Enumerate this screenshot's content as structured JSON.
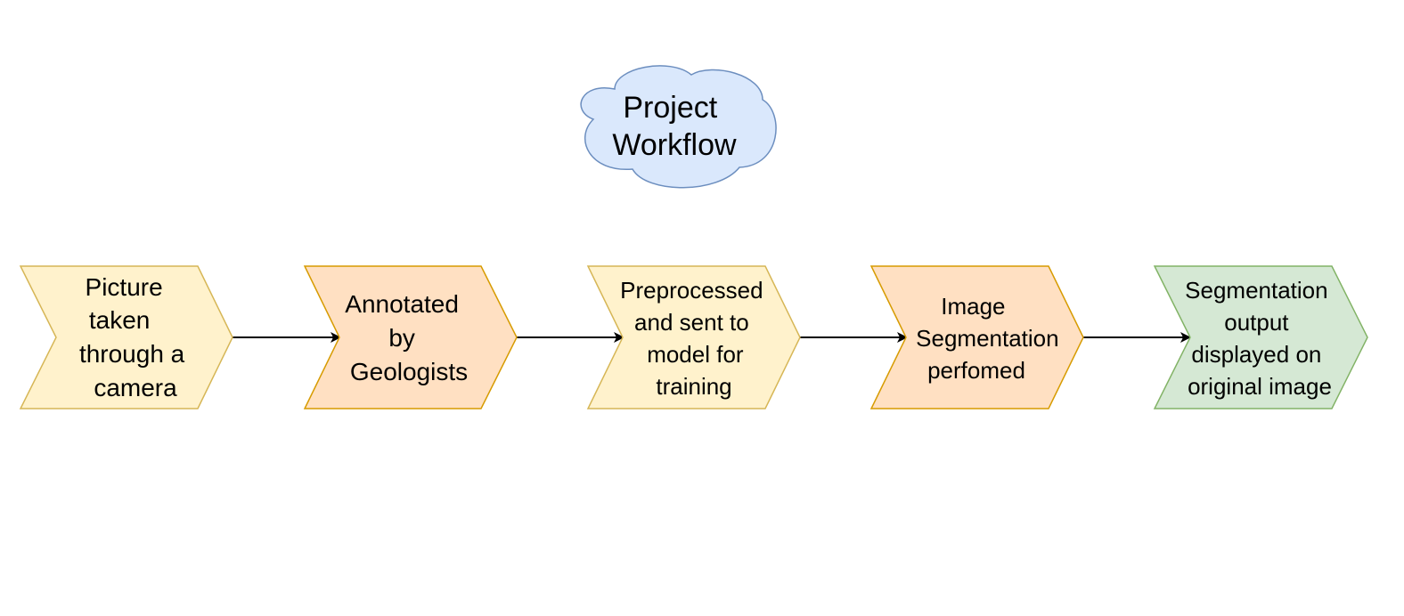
{
  "title": {
    "lines": [
      "Project",
      "Workflow"
    ],
    "fill": "#dae8fc",
    "stroke": "#6c8ebf"
  },
  "steps": [
    {
      "lines": [
        "Picture",
        "taken",
        "through a",
        "camera"
      ],
      "fill": "#fff2cc",
      "stroke": "#d6b656"
    },
    {
      "lines": [
        "Annotated",
        "by",
        "Geologists"
      ],
      "fill": "#ffe0c2",
      "stroke": "#d79b00"
    },
    {
      "lines": [
        "Preprocessed",
        "and sent to",
        "model for",
        "training"
      ],
      "fill": "#fff2cc",
      "stroke": "#d6b656"
    },
    {
      "lines": [
        "Image",
        "Segmentation",
        "perfomed"
      ],
      "fill": "#ffe0c2",
      "stroke": "#d79b00"
    },
    {
      "lines": [
        "Segmentation",
        "output",
        "displayed on",
        "original image"
      ],
      "fill": "#d5e8d4",
      "stroke": "#82b366"
    }
  ],
  "connector_color": "#000000"
}
